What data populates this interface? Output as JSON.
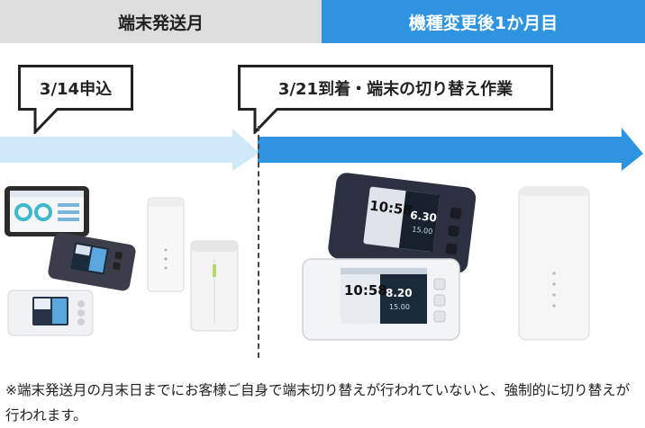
{
  "header": {
    "left_label": "端末発送月",
    "right_label": "機種変更後1か月目"
  },
  "bubbles": {
    "apply_date": "3/14申込",
    "arrival": "3/21到着・端末の切り替え作業"
  },
  "devices_left": {
    "router1_screen": {
      "time": "",
      "value": ""
    }
  },
  "devices_right": {
    "back_wifi_time": "10:58",
    "back_wifi_value": "6.30",
    "back_wifi_sub": "15.00",
    "front_wifi_time": "10:58",
    "front_wifi_value": "8.20",
    "front_wifi_sub": "15.00"
  },
  "footnote": "※端末発送月の月末日までにお客様ご自身で端末切り替えが行われていないと、強制的に切り替えが行われます。",
  "colors": {
    "accent_blue": "#2f94e0",
    "light_blue": "#cfe9f9",
    "header_gray": "#dedede"
  }
}
